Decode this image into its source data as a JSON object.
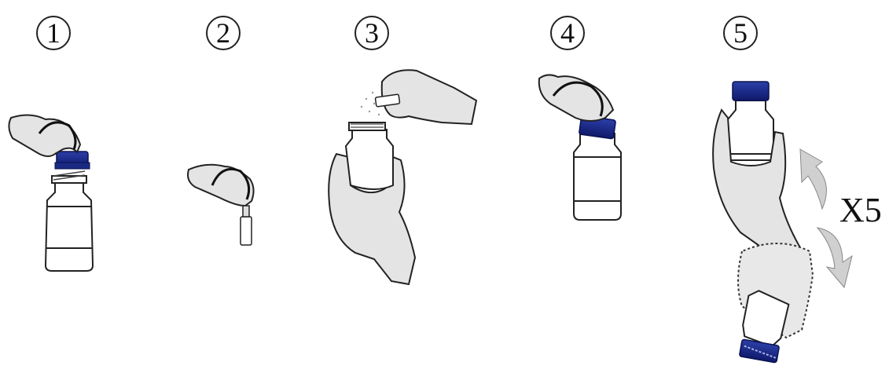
{
  "steps": [
    {
      "number": "1"
    },
    {
      "number": "2"
    },
    {
      "number": "3"
    },
    {
      "number": "4"
    },
    {
      "number": "5"
    }
  ],
  "repeat_label": "X5",
  "colors": {
    "cap": "#1d2f8c",
    "cap_dark": "#0f1a5a",
    "hand": "#e4e4e4",
    "outline": "#222222",
    "arrow": "#cfcfcf"
  }
}
